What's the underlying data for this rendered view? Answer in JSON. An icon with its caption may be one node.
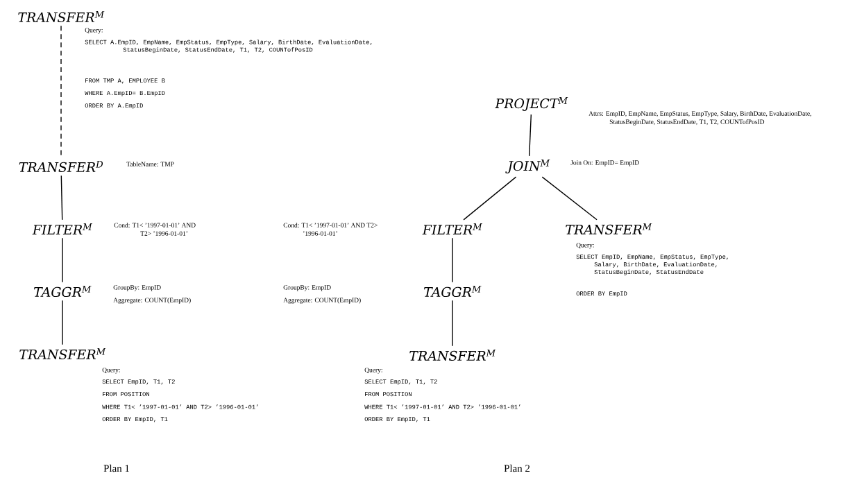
{
  "diagram": {
    "nodes": [
      {
        "text": [
          "TRANSFER$^{M}$"
        ],
        "beside": [
          "Query:",
          "SELECT A.EmpID, EmpName, EmpStatus, EmpType, Salary, BirthDate, EvaluationDate, StatusBeginDate, StatusEndDate, T1, T2, COUNTofPosID",
          "FROM TMP A, EMPLOYEE B",
          "WHERE A.EmpID= B.EmpID",
          "ORDER BY A.EmpID"
        ]
      },
      {
        "text": [
          "TRANSFER$^{D}$"
        ],
        "beside": [
          "TableName: TMP"
        ]
      },
      {
        "text": [
          "FILTER$^{M}$"
        ],
        "beside": [
          "Cond: T1< ’1997-01-01’ AND T2> ’1996-01-01’"
        ]
      },
      {
        "text": [
          "TAGGR$^{M}$"
        ],
        "beside": [
          "GroupBy: EmpID",
          "Aggregate: COUNT(EmpID)"
        ]
      },
      {
        "text": [
          "TRANSFER$^{M}$"
        ],
        "beside": [
          "Query:",
          "SELECT EmpID, T1, T2",
          "FROM POSITION",
          "WHERE T1< ’1997-01-01’ AND T2> ’1996-01-01’",
          "ORDER BY EmpID, T1"
        ]
      },
      {
        "text": [
          "PROJECT$^{M}$"
        ],
        "beside": [
          "Attrs: EmpID, EmpName, EmpStatus, EmpType, Salary, BirthDate, EvaluationDate, StatusBeginDate, StatusEndDate, T1, T2, COUNTofPosID"
        ]
      },
      {
        "text": [
          "JOIN$^{M}$"
        ],
        "beside": [
          "Join On: EmpID= EmpID"
        ]
      },
      {
        "text": [
          "FILTER$^{M}$"
        ]
      },
      {
        "text": [
          "TRANSFER$^{M}$"
        ],
        "beside": [
          "Query:",
          "SELECT EmpID, EmpName, EmpStatus, EmpType, Salary, BirthDate, EvaluationDate, StatusBeginDate, StatusEndDate",
          "ORDER BY EmpID"
        ]
      },
      {
        "text": [
          "TAGGR$^{M}$"
        ]
      },
      {
        "text": [
          "TRANSFER$^{M}$"
        ],
        "beside": [
          "Query:",
          "SELECT EmpID, T1, T2",
          "FROM POSITION",
          "WHERE T1< ’1997-01-01’ AND T2> ’1996-01-01’",
          "ORDER BY EmpID, T1"
        ]
      }
    ],
    "edges": [
      {
        "from": 0,
        "to": 1,
        "arrow": "none",
        "style": "dashed"
      },
      {
        "from": 1,
        "to": 2,
        "arrow": "none"
      },
      {
        "from": 2,
        "to": 3,
        "arrow": "none"
      },
      {
        "from": 3,
        "to": 4,
        "arrow": "none"
      },
      {
        "from": 5,
        "to": 6,
        "arrow": "none"
      },
      {
        "from": 6,
        "to": 7,
        "arrow": "none"
      },
      {
        "from": 6,
        "to": 8,
        "arrow": "none"
      },
      {
        "from": 7,
        "to": 9,
        "arrow": "none"
      },
      {
        "from": 9,
        "to": 10,
        "arrow": "none"
      }
    ],
    "labels": [
      "Cond: T1< ’1997-01-01’ AND T2> ’1996-01-01’",
      "GroupBy: EmpID",
      "Aggregate: COUNT(EmpID)",
      "Plan 1",
      "Plan 2"
    ]
  }
}
